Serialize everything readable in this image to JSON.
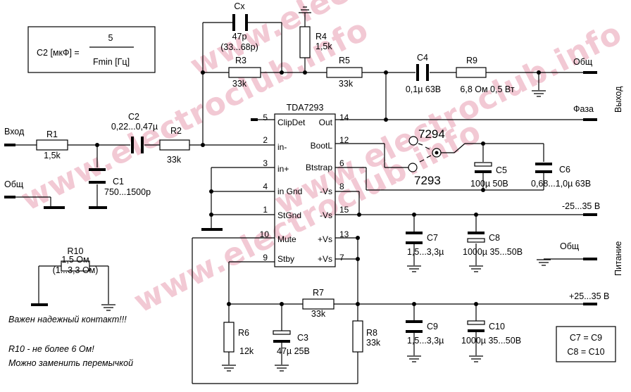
{
  "formula": {
    "lhs": "C2 [мкФ] =",
    "numerator": "5",
    "denominator": "Fmin [Гц]"
  },
  "watermark": "www.electroclub.info",
  "ic": {
    "name": "TDA7293",
    "pins_left": [
      {
        "num": "5",
        "label": "ClipDet"
      },
      {
        "num": "2",
        "label": "in-"
      },
      {
        "num": "3",
        "label": "in+"
      },
      {
        "num": "4",
        "label": "in Gnd"
      },
      {
        "num": "1",
        "label": "StGnd"
      },
      {
        "num": "10",
        "label": "Mute"
      },
      {
        "num": "9",
        "label": "Stby"
      }
    ],
    "pins_right": [
      {
        "num": "14",
        "label": "Out"
      },
      {
        "num": "12",
        "label": "BootL"
      },
      {
        "num": "6",
        "label": "Btstrap"
      },
      {
        "num": "8",
        "label": "-Vs"
      },
      {
        "num": "15",
        "label": "-Vs"
      },
      {
        "num": "13",
        "label": "+Vs"
      },
      {
        "num": "7",
        "label": "+Vs"
      }
    ]
  },
  "components": {
    "cx": {
      "name": "Cx",
      "value": "47p",
      "range": "(33...68p)"
    },
    "r4": {
      "name": "R4",
      "value": "1,5k"
    },
    "r3": {
      "name": "R3",
      "value": "33k"
    },
    "r5": {
      "name": "R5",
      "value": "33k"
    },
    "c4": {
      "name": "C4",
      "value": "0,1µ 63В"
    },
    "r9": {
      "name": "R9",
      "value": "6,8 Ом 0,5 Вт"
    },
    "r1": {
      "name": "R1",
      "value": "1,5k"
    },
    "c2": {
      "name": "C2",
      "value": "0,22...0,47µ"
    },
    "r2": {
      "name": "R2",
      "value": "33k"
    },
    "c1": {
      "name": "C1",
      "value": "750...1500р"
    },
    "c5": {
      "name": "C5",
      "value": "100µ 50В"
    },
    "c6": {
      "name": "C6",
      "value": "0,68...1,0µ 63В"
    },
    "c7": {
      "name": "C7",
      "value": "1,5...3,3µ"
    },
    "c8": {
      "name": "C8",
      "value": "1000µ 35...50В"
    },
    "r7": {
      "name": "R7",
      "value": "33k"
    },
    "c9": {
      "name": "C9",
      "value": "1,5...3,3µ"
    },
    "c10": {
      "name": "C10",
      "value": "1000µ 35...50В"
    },
    "r6": {
      "name": "R6",
      "value": "12k"
    },
    "c3": {
      "name": "C3",
      "value": "47µ 25В"
    },
    "r8": {
      "name": "R8",
      "value": "33k"
    },
    "r10": {
      "name": "R10",
      "value": "1,5 Ом",
      "range": "(1...3,3 Ом)"
    }
  },
  "jumper": {
    "a": "7294",
    "b": "7293"
  },
  "terminals": {
    "input": "Вход",
    "input_gnd": "Общ",
    "out_gnd": "Общ",
    "phase": "Фаза",
    "output_side": "Выход",
    "neg_supply": "-25...35 В",
    "supply_gnd": "Общ",
    "pos_supply": "+25...35 В",
    "supply_side": "Питание"
  },
  "notes": {
    "contact": "Важен надежный контакт!!!",
    "r10_limit": "R10 - не более 6 Ом!",
    "replace": "Можно заменить перемычкой"
  },
  "equalities": {
    "line1": "C7 = C9",
    "line2": "C8 = C10"
  }
}
